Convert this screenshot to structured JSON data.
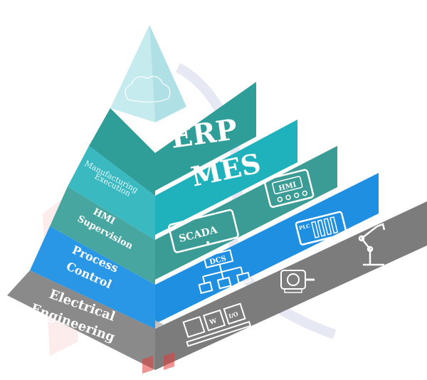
{
  "pyramid": {
    "levels": [
      {
        "id": "erp",
        "band_label": "ERP",
        "side_label_lines": []
      },
      {
        "id": "mes",
        "band_label": "MES",
        "side_label_lines": [
          "Manufacturing",
          "Execution"
        ]
      },
      {
        "id": "hmi",
        "band_label": "",
        "side_label_lines": [
          "HMI",
          "Supervision"
        ],
        "icons": [
          "scada-panel-icon",
          "hmi-panel-icon"
        ],
        "icon_labels": [
          "SCADA",
          "HMI"
        ]
      },
      {
        "id": "process",
        "band_label": "",
        "side_label_lines": [
          "Process",
          "Control"
        ],
        "icons": [
          "dcs-network-icon",
          "plc-module-icon"
        ],
        "icon_labels": [
          "DCS",
          "PLC"
        ]
      },
      {
        "id": "electrical",
        "band_label": "",
        "side_label_lines": [
          "Electrical",
          "Engineering"
        ],
        "icons": [
          "electrical-panel-icon",
          "motor-icon",
          "robot-arm-icon"
        ],
        "icon_labels": [
          "W",
          "I/O"
        ]
      }
    ]
  },
  "colors": {
    "apex": "#bfe9ec",
    "erp": "#2f9d98",
    "mes": "#22b3bd",
    "hmi": "#3e9d96",
    "process": "#1e8fe4",
    "electrical": "#7b7b7b"
  }
}
